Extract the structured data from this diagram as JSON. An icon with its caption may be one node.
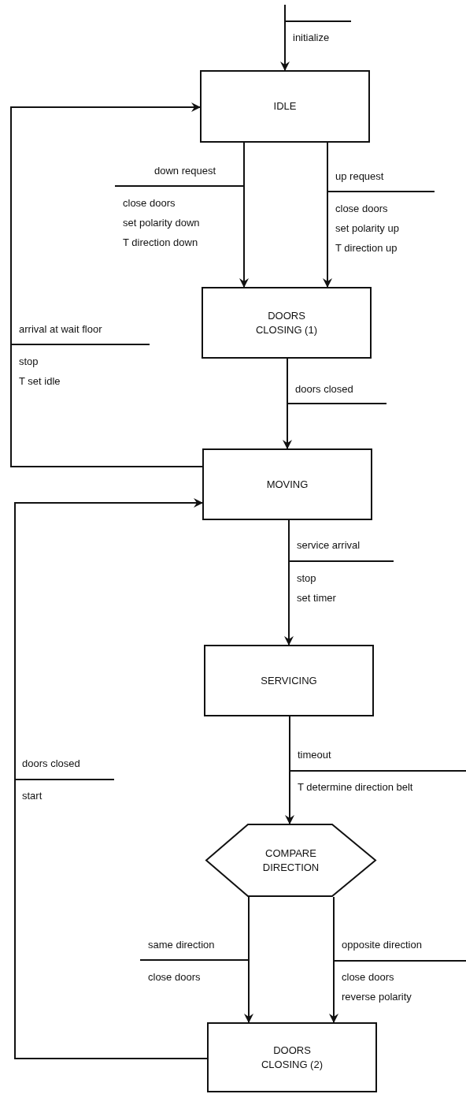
{
  "diagram": {
    "nodes": [
      {
        "text": [
          "IDLE"
        ]
      },
      {
        "text": [
          "DOORS CLOSING (1)"
        ]
      },
      {
        "text": [
          "MOVING"
        ]
      },
      {
        "text": [
          "SERVICING"
        ]
      },
      {
        "text": [
          "COMPARE DIRECTION"
        ]
      },
      {
        "text": [
          "DOORS CLOSING (2)"
        ]
      }
    ],
    "edges": [
      {
        "from": null,
        "to": 0,
        "arrow": "to",
        "label": "initialize"
      },
      {
        "from": 0,
        "to": 1,
        "arrow": "to",
        "label": "down request"
      },
      {
        "from": 0,
        "to": 1,
        "arrow": "to",
        "label": "up request"
      },
      {
        "from": 1,
        "to": 2,
        "arrow": "to",
        "label": "doors closed"
      },
      {
        "from": 2,
        "to": 0,
        "arrow": "to",
        "label": "arrival at wait floor"
      },
      {
        "from": 2,
        "to": 3,
        "arrow": "to",
        "label": "service arrival"
      },
      {
        "from": 3,
        "to": 4,
        "arrow": "to",
        "label": "timeout"
      },
      {
        "from": 4,
        "to": 5,
        "arrow": "to",
        "label": "same direction"
      },
      {
        "from": 4,
        "to": 5,
        "arrow": "to",
        "label": "opposite direction"
      },
      {
        "from": 5,
        "to": 2,
        "arrow": "to",
        "label": "doors closed"
      }
    ],
    "labels": [
      "close doors",
      "set polarity down",
      "T direction down",
      "close doors",
      "set polarity up",
      "T direction up",
      "stop",
      "T set idle",
      "stop",
      "set timer",
      "T determine direction belt",
      "start",
      "close doors",
      "close doors",
      "reverse polarity"
    ]
  }
}
